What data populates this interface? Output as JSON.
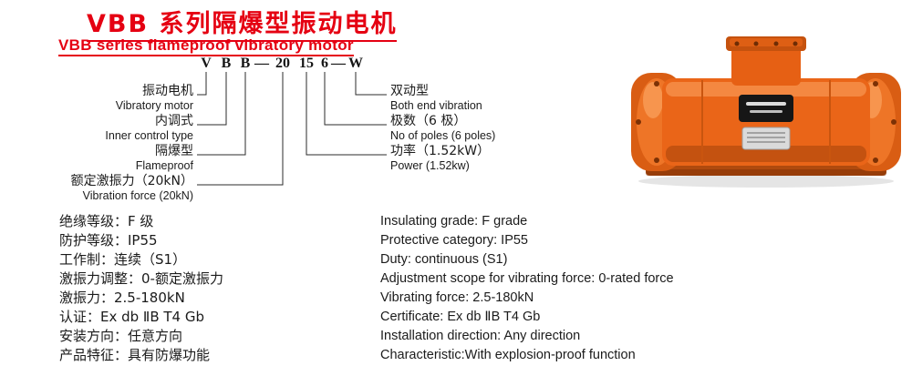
{
  "page": {
    "title_zh": "VBB 系列隔爆型振动电机",
    "title_en": "VBB series flameproof vibratory motor"
  },
  "model_code": {
    "parts": [
      "V",
      "B",
      "B",
      "—",
      "20",
      "15",
      "6",
      "—",
      "W"
    ]
  },
  "designation": {
    "left": [
      {
        "zh": "振动电机",
        "en": "Vibratory motor"
      },
      {
        "zh": "内调式",
        "en": "Inner control type"
      },
      {
        "zh": "隔爆型",
        "en": "Flameproof"
      },
      {
        "zh": "额定激振力（20kN）",
        "en": "Vibration force (20kN)"
      }
    ],
    "right": [
      {
        "zh": "双动型",
        "en": "Both end vibration"
      },
      {
        "zh": "极数（6 极）",
        "en": "No of poles (6 poles)"
      },
      {
        "zh": "功率（1.52kW）",
        "en": "Power (1.52kw)"
      }
    ]
  },
  "specs": [
    {
      "zh": "绝缘等级：F 级",
      "en": "Insulating grade: F grade"
    },
    {
      "zh": "防护等级：IP55",
      "en": "Protective category: IP55"
    },
    {
      "zh": "工作制：连续（S1）",
      "en": "Duty: continuous (S1)"
    },
    {
      "zh": "激振力调整：0-额定激振力",
      "en": "Adjustment scope for vibrating force: 0-rated force"
    },
    {
      "zh": "激振力：2.5-180kN",
      "en": "Vibrating force: 2.5-180kN"
    },
    {
      "zh": "认证：Ex db ⅡB T4 Gb",
      "en": "Certificate: Ex db ⅡB T4 Gb"
    },
    {
      "zh": "安装方向：任意方向",
      "en": "Installation direction: Any direction"
    },
    {
      "zh": "产品特征：具有防爆功能",
      "en": "Characteristic:With explosion-proof function"
    }
  ],
  "colors": {
    "title_red": "#e50012",
    "text_black": "#1b1b1b",
    "motor_orange": "#ea6518",
    "motor_dark_orange": "#c05010"
  }
}
